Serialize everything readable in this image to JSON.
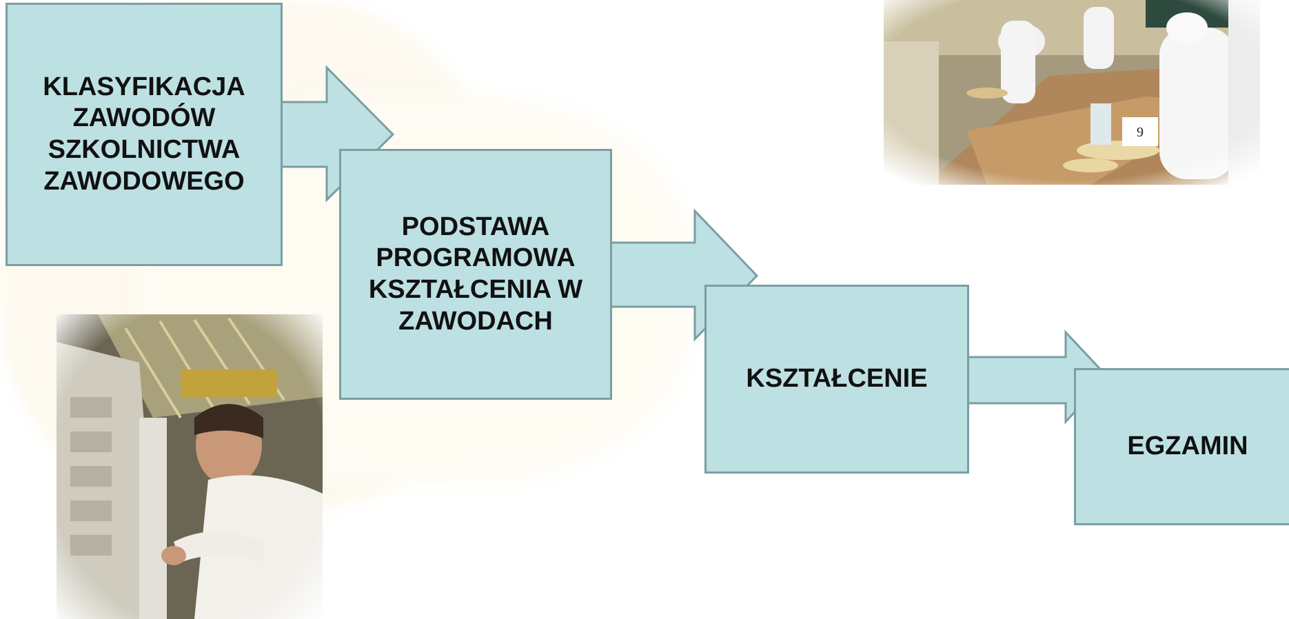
{
  "diagram": {
    "steps": [
      {
        "label": "KLASYFIKACJA ZAWODÓW SZKOLNICTWA ZAWODOWEGO"
      },
      {
        "label": "PODSTAWA PROGRAMOWA KSZTAŁCENIA W ZAWODACH"
      },
      {
        "label": "KSZTAŁCENIE"
      },
      {
        "label": "EGZAMIN"
      }
    ],
    "photo_top_right": {
      "card_number": "9"
    },
    "colors": {
      "box_fill": "#bde0e3",
      "box_border": "#7a9ea3"
    }
  }
}
